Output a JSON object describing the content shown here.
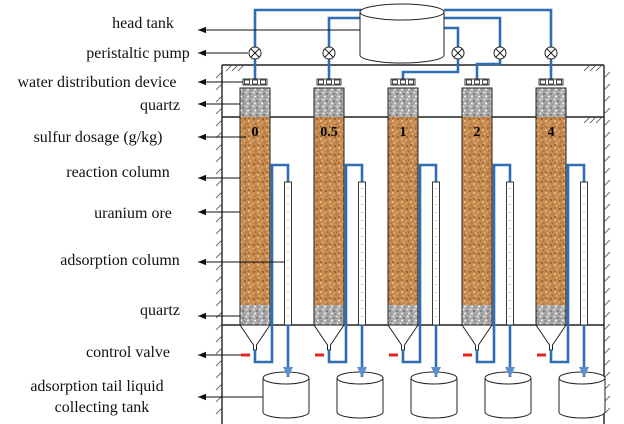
{
  "labels": {
    "head_tank": "head tank",
    "peristaltic_pump": "peristaltic pump",
    "water_distribution_device": "water distribution device",
    "quartz_top": "quartz",
    "sulfur_dosage": "sulfur dosage (g/kg)",
    "reaction_column": "reaction column",
    "uranium_ore": "uranium ore",
    "adsorption_column": "adsorption column",
    "quartz_bottom": "quartz",
    "control_valve": "control valve",
    "collecting_tank_line1": "adsorption tail liquid",
    "collecting_tank_line2": "collecting tank"
  },
  "columns": [
    {
      "sulfur_dosage": "0"
    },
    {
      "sulfur_dosage": "0.5"
    },
    {
      "sulfur_dosage": "1"
    },
    {
      "sulfur_dosage": "2"
    },
    {
      "sulfur_dosage": "4"
    }
  ],
  "colors": {
    "pipe": "#2f6eb5",
    "valve": "#e0261f",
    "uranium_ore": "#c68a4e",
    "quartz": "#a9a9a9",
    "flow_arrow": "#5b8fd0"
  }
}
